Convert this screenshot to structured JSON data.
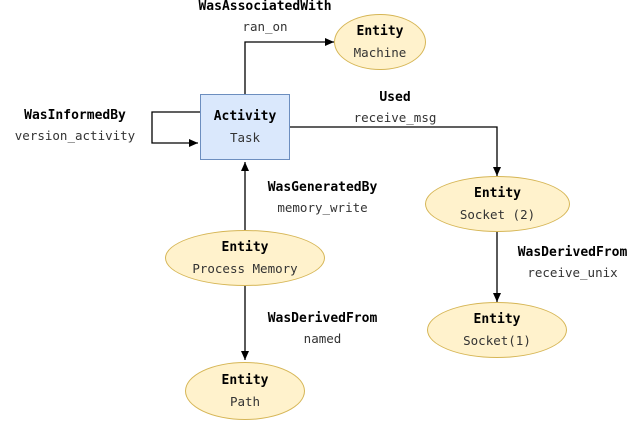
{
  "colors": {
    "entity_fill": "#fff2cc",
    "entity_stroke": "#d6b656",
    "activity_fill": "#dae8fc",
    "activity_stroke": "#6c8ebf",
    "edge": "#000000"
  },
  "nodes": {
    "activity_task": {
      "type": "Activity",
      "name": "Task"
    },
    "entity_machine": {
      "type": "Entity",
      "name": "Machine"
    },
    "entity_socket2": {
      "type": "Entity",
      "name": "Socket (2)"
    },
    "entity_socket1": {
      "type": "Entity",
      "name": "Socket(1)"
    },
    "entity_process_memory": {
      "type": "Entity",
      "name": "Process Memory"
    },
    "entity_path": {
      "type": "Entity",
      "name": "Path"
    }
  },
  "edges": {
    "was_associated_with": {
      "relation": "WasAssociatedWith",
      "name": "ran_on"
    },
    "was_informed_by": {
      "relation": "WasInformedBy",
      "name": "version_activity"
    },
    "used": {
      "relation": "Used",
      "name": "receive_msg"
    },
    "was_generated_by": {
      "relation": "WasGeneratedBy",
      "name": "memory_write"
    },
    "was_derived_from_unix": {
      "relation": "WasDerivedFrom",
      "name": "receive_unix"
    },
    "was_derived_from_named": {
      "relation": "WasDerivedFrom",
      "name": "named"
    }
  }
}
